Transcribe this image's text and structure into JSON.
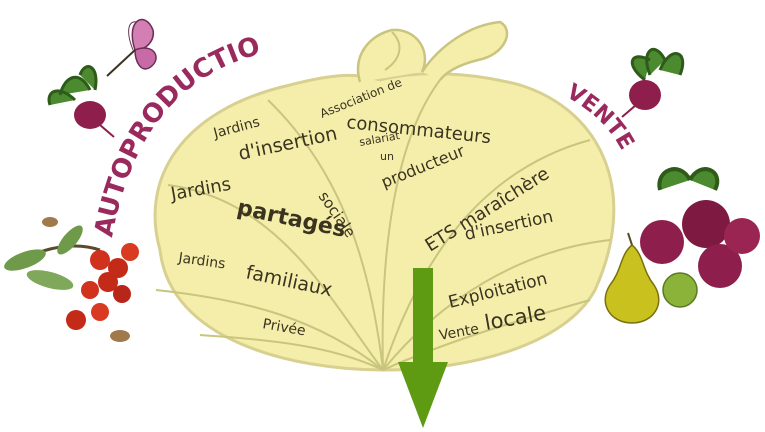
{
  "side_labels": {
    "left": "AUTOPRODUCTION",
    "right": "VENTE"
  },
  "sectors": {
    "jardins_insertion": {
      "line1": "Jardins",
      "line2": "d'insertion",
      "line3": "sociale"
    },
    "jardins_partages": {
      "line1": "Jardins",
      "line2": "partagés"
    },
    "jardins_familiaux": {
      "line1": "Jardins",
      "line2": "familiaux"
    },
    "privee": "Privée",
    "association": {
      "line1": "Association de",
      "line2": "consommateurs",
      "line3": "salariat",
      "line4": "un",
      "line5": "producteur"
    },
    "ets": {
      "line1": "ETS maraîchère",
      "line2": "d'insertion"
    },
    "exploitation": {
      "line1": "Exploitation",
      "line2": "Vente",
      "line3": "locale"
    }
  },
  "colors": {
    "cabbage": "#f5eeaa",
    "veins": "#c9c57e",
    "outline": "#d8d090",
    "side_text": "#9a2a5e",
    "arrow": "#5e9a12",
    "text": "#3a3320"
  },
  "icons": [
    "butterfly-icon",
    "beet-icon",
    "cherries-icon",
    "pear-icon",
    "apple-icon",
    "beet-bunch-icon"
  ]
}
